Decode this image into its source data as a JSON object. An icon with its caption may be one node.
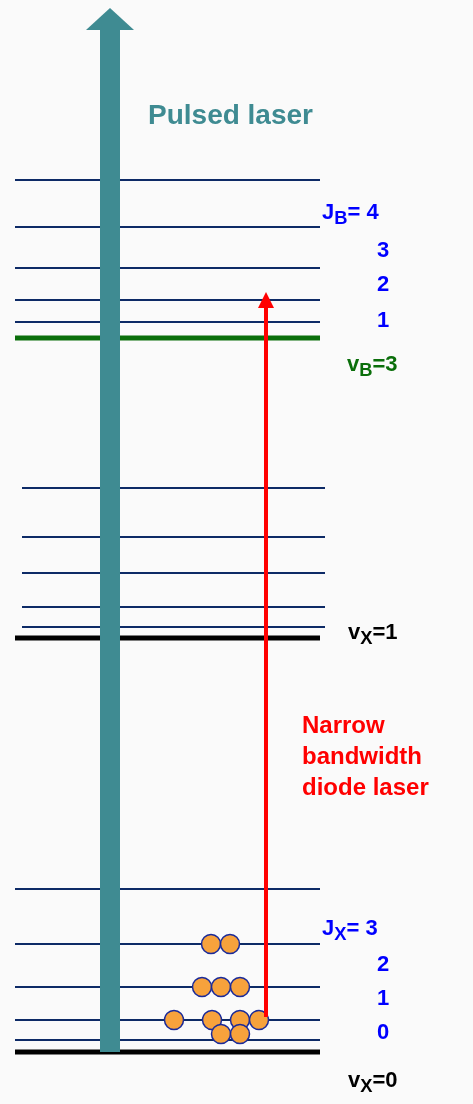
{
  "diagram": {
    "labels": [
      "Pulsed laser",
      "J$_{B}$= 4",
      "3",
      "2",
      "1",
      "v$_{B}$=3",
      "v$_{X}$=1",
      "Narrow bandwidth diode laser",
      "J$_{X}$= 3",
      "2",
      "1",
      "0",
      "v$_{X}$=0"
    ]
  }
}
